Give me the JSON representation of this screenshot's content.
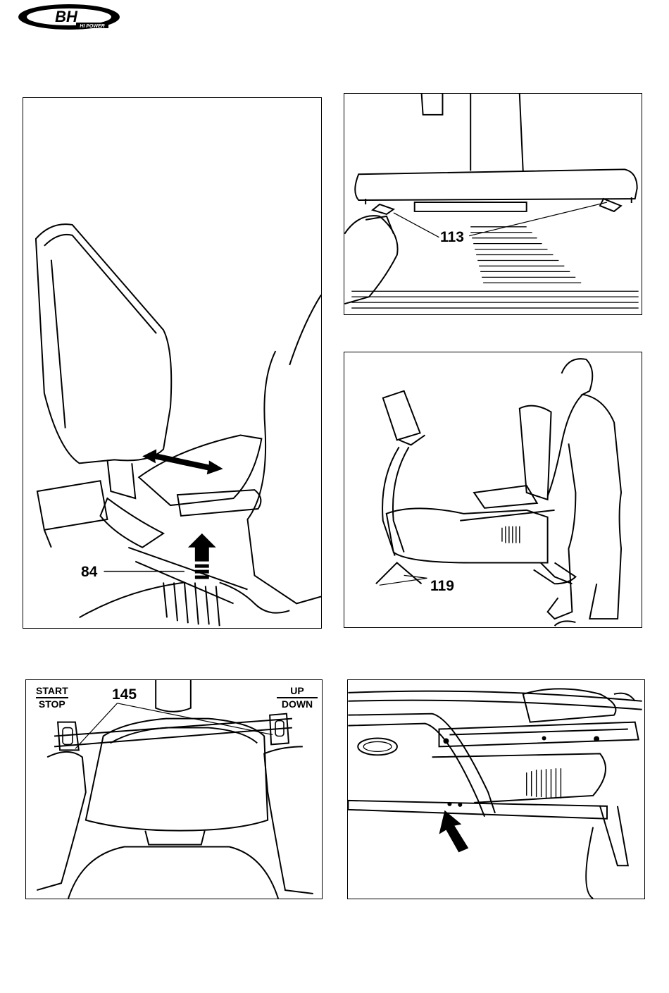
{
  "header": {
    "logo": {
      "brand": "BH",
      "tagline": "HI POWER",
      "icon": "bh-hi-power-logo"
    }
  },
  "figures": [
    {
      "id": "seat-adjust",
      "callouts": [
        "84"
      ]
    },
    {
      "id": "leveler-feet",
      "callouts": [
        "113"
      ]
    },
    {
      "id": "moving-bike",
      "callouts": [
        "119"
      ]
    },
    {
      "id": "handlebar-buttons",
      "callouts": [
        "145"
      ],
      "left_button": {
        "top": "START",
        "bottom": "STOP"
      },
      "right_button": {
        "top": "UP",
        "bottom": "DOWN"
      }
    },
    {
      "id": "rail-screw",
      "callouts": []
    }
  ]
}
